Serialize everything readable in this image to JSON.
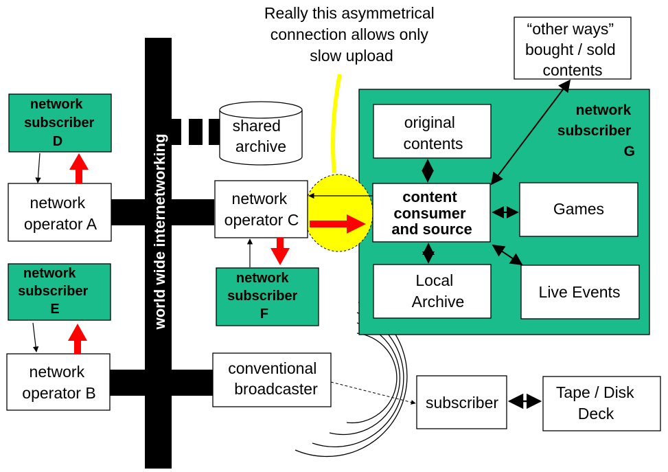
{
  "colors": {
    "green": "#1abc8c",
    "red": "#ff0000",
    "yellow": "#ffff00",
    "black": "#000000",
    "white": "#ffffff"
  },
  "backbone": {
    "label": "world wide internetworking"
  },
  "callout": {
    "lines": [
      "Really this asymmetrical",
      "connection allows only",
      "slow upload"
    ]
  },
  "shared_archive": {
    "lines": [
      "shared",
      "archive"
    ]
  },
  "subscriber_d": {
    "lines": [
      "network",
      "subscriber",
      "D"
    ]
  },
  "subscriber_e": {
    "lines": [
      "network",
      "subscriber",
      "E"
    ]
  },
  "subscriber_f": {
    "lines": [
      "network",
      "subscriber",
      "F"
    ]
  },
  "operator_a": {
    "lines": [
      "network",
      "operator A"
    ]
  },
  "operator_b": {
    "lines": [
      "network",
      "operator B"
    ]
  },
  "operator_c": {
    "lines": [
      "network",
      "operator C"
    ]
  },
  "broadcaster": {
    "lines": [
      "conventional",
      "broadcaster"
    ]
  },
  "subscriber_g": {
    "title_lines": [
      "network",
      "subscriber",
      "G"
    ],
    "original_contents": [
      "original",
      "contents"
    ],
    "consumer": [
      "content",
      "consumer",
      "and source"
    ],
    "games": "Games",
    "local_archive": [
      "Local",
      "Archive"
    ],
    "live_events": "Live Events"
  },
  "other_ways": {
    "lines": [
      "“other ways”",
      "bought / sold",
      "contents"
    ]
  },
  "subscriber": {
    "label": "subscriber"
  },
  "tape_deck": {
    "lines": [
      "Tape / Disk",
      "Deck"
    ]
  }
}
